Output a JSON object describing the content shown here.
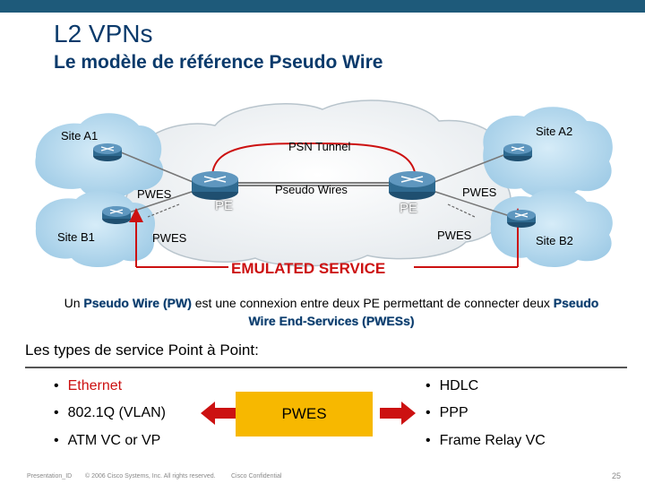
{
  "title": "L2 VPNs",
  "subtitle": "Le modèle de référence Pseudo Wire",
  "diagram": {
    "site_a1": "Site A1",
    "site_a2": "Site A2",
    "site_b1": "Site B1",
    "site_b2": "Site B2",
    "psn_tunnel": "PSN Tunnel",
    "pseudo_wires": "Pseudo Wires",
    "pwes_labels": [
      "PWES",
      "PWES",
      "PWES",
      "PWES"
    ],
    "pe_left": "PE",
    "pe_right": "PE",
    "emulated_service": "EMULATED SERVICE"
  },
  "description": {
    "part1": "Un ",
    "hl1": "Pseudo Wire (PW)",
    "part2": " est une connexion entre deux PE permettant de connecter deux ",
    "hl2": "Pseudo Wire End-Services (PWESs)"
  },
  "service_types": {
    "heading": "Les types de service Point à Point:",
    "bullet_char": "•",
    "left": [
      "Ethernet",
      "802.1Q (VLAN)",
      "ATM VC or VP"
    ],
    "right": [
      "HDLC",
      "PPP",
      "Frame Relay VC"
    ],
    "center_box": "PWES"
  },
  "footer": {
    "presentation_id": "Presentation_ID",
    "copyright": "© 2006 Cisco Systems, Inc. All rights reserved.",
    "confidential": "Cisco Confidential",
    "page": "25"
  },
  "colors": {
    "title": "#0a3a6b",
    "accent_red": "#cc1111",
    "box": "#f7b800",
    "cloud_site": "#b7dcf0",
    "router": "#2f6a90"
  }
}
